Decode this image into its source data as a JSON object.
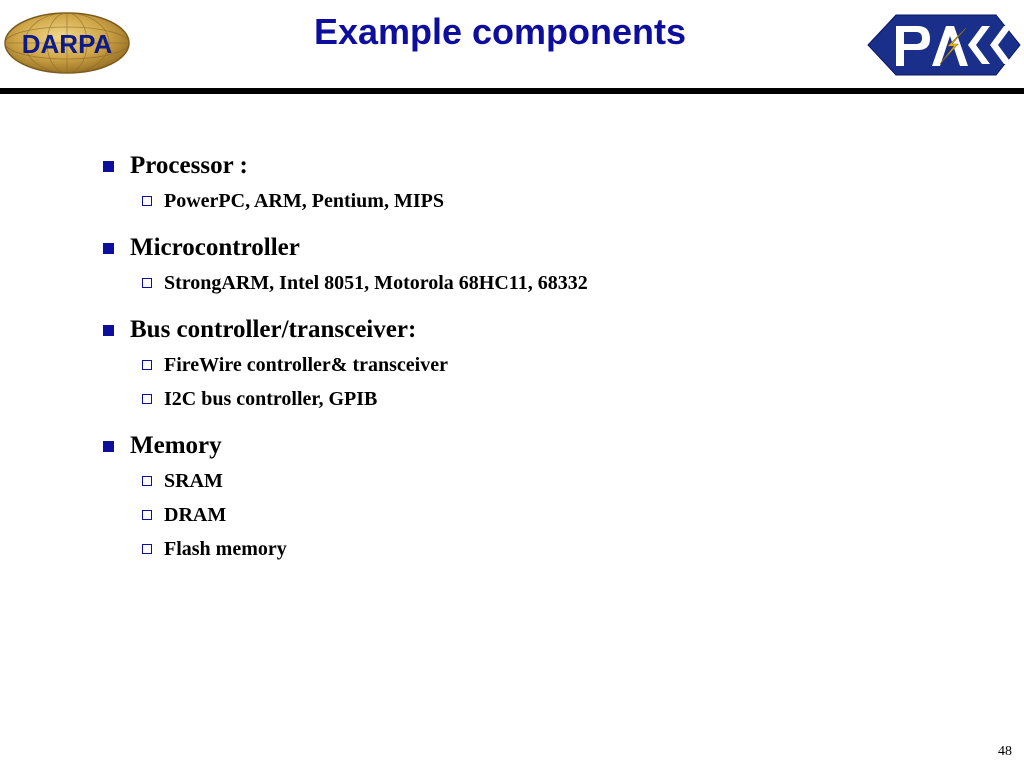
{
  "slide": {
    "title": "Example components",
    "page_number": "48"
  },
  "logos": {
    "left_text": "DARPA",
    "right_name": "PACC logo",
    "colors": {
      "title": "#0d0d9e",
      "darpa_globe": "#c9a44a",
      "darpa_text": "#0d1a8a",
      "pacc_navy": "#1a2f8a"
    }
  },
  "bullets": [
    {
      "text": "Processor :",
      "sub": [
        "PowerPC, ARM, Pentium, MIPS"
      ]
    },
    {
      "text": "Microcontroller",
      "sub": [
        "StrongARM, Intel 8051, Motorola 68HC11, 68332"
      ]
    },
    {
      "text": "Bus controller/transceiver:",
      "sub": [
        "FireWire controller& transceiver",
        "I2C bus controller, GPIB"
      ]
    },
    {
      "text": "Memory",
      "sub": [
        "SRAM",
        "DRAM",
        "Flash memory"
      ]
    }
  ]
}
